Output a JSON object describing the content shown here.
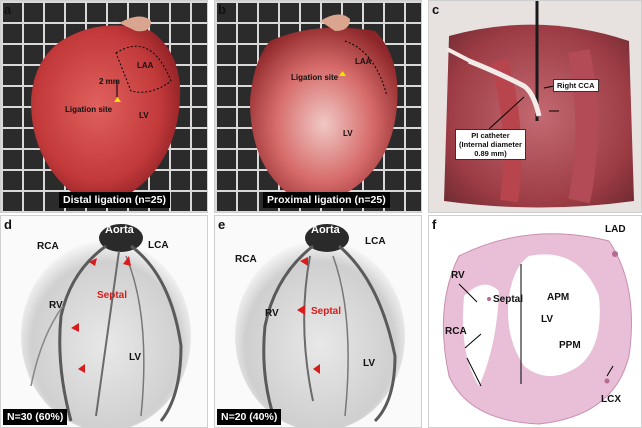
{
  "panels": {
    "a": {
      "label": "a",
      "caption": "Distal ligation (n=25)",
      "laa": "LAA",
      "distance": "2 mm",
      "ligation_site": "Ligation site",
      "lv": "LV"
    },
    "b": {
      "label": "b",
      "caption": "Proximal ligation (n=25)",
      "laa": "LAA",
      "ligation_site": "Ligation site",
      "lv": "LV"
    },
    "c": {
      "label": "c",
      "right_cca": "Right CCA",
      "catheter_line1": "PI catheter",
      "catheter_line2": "(Internal diameter",
      "catheter_line3": "0.89 mm)"
    },
    "d": {
      "label": "d",
      "aorta": "Aorta",
      "rca": "RCA",
      "lca": "LCA",
      "rv": "RV",
      "septal": "Septal",
      "lv": "LV",
      "caption": "N=30 (60%)"
    },
    "e": {
      "label": "e",
      "aorta": "Aorta",
      "rca": "RCA",
      "lca": "LCA",
      "rv": "RV",
      "septal": "Septal",
      "lv": "LV",
      "caption": "N=20 (40%)"
    },
    "f": {
      "label": "f",
      "lad": "LAD",
      "rv": "RV",
      "septal": "Septal",
      "apm": "APM",
      "lv": "LV",
      "ppm": "PPM",
      "rca": "RCA",
      "lcx": "LCX"
    }
  },
  "colors": {
    "arrowhead_red": "#d81b1b",
    "ligation_yellow": "#f2e300",
    "he_stain_pink": "#e8bfd6"
  }
}
